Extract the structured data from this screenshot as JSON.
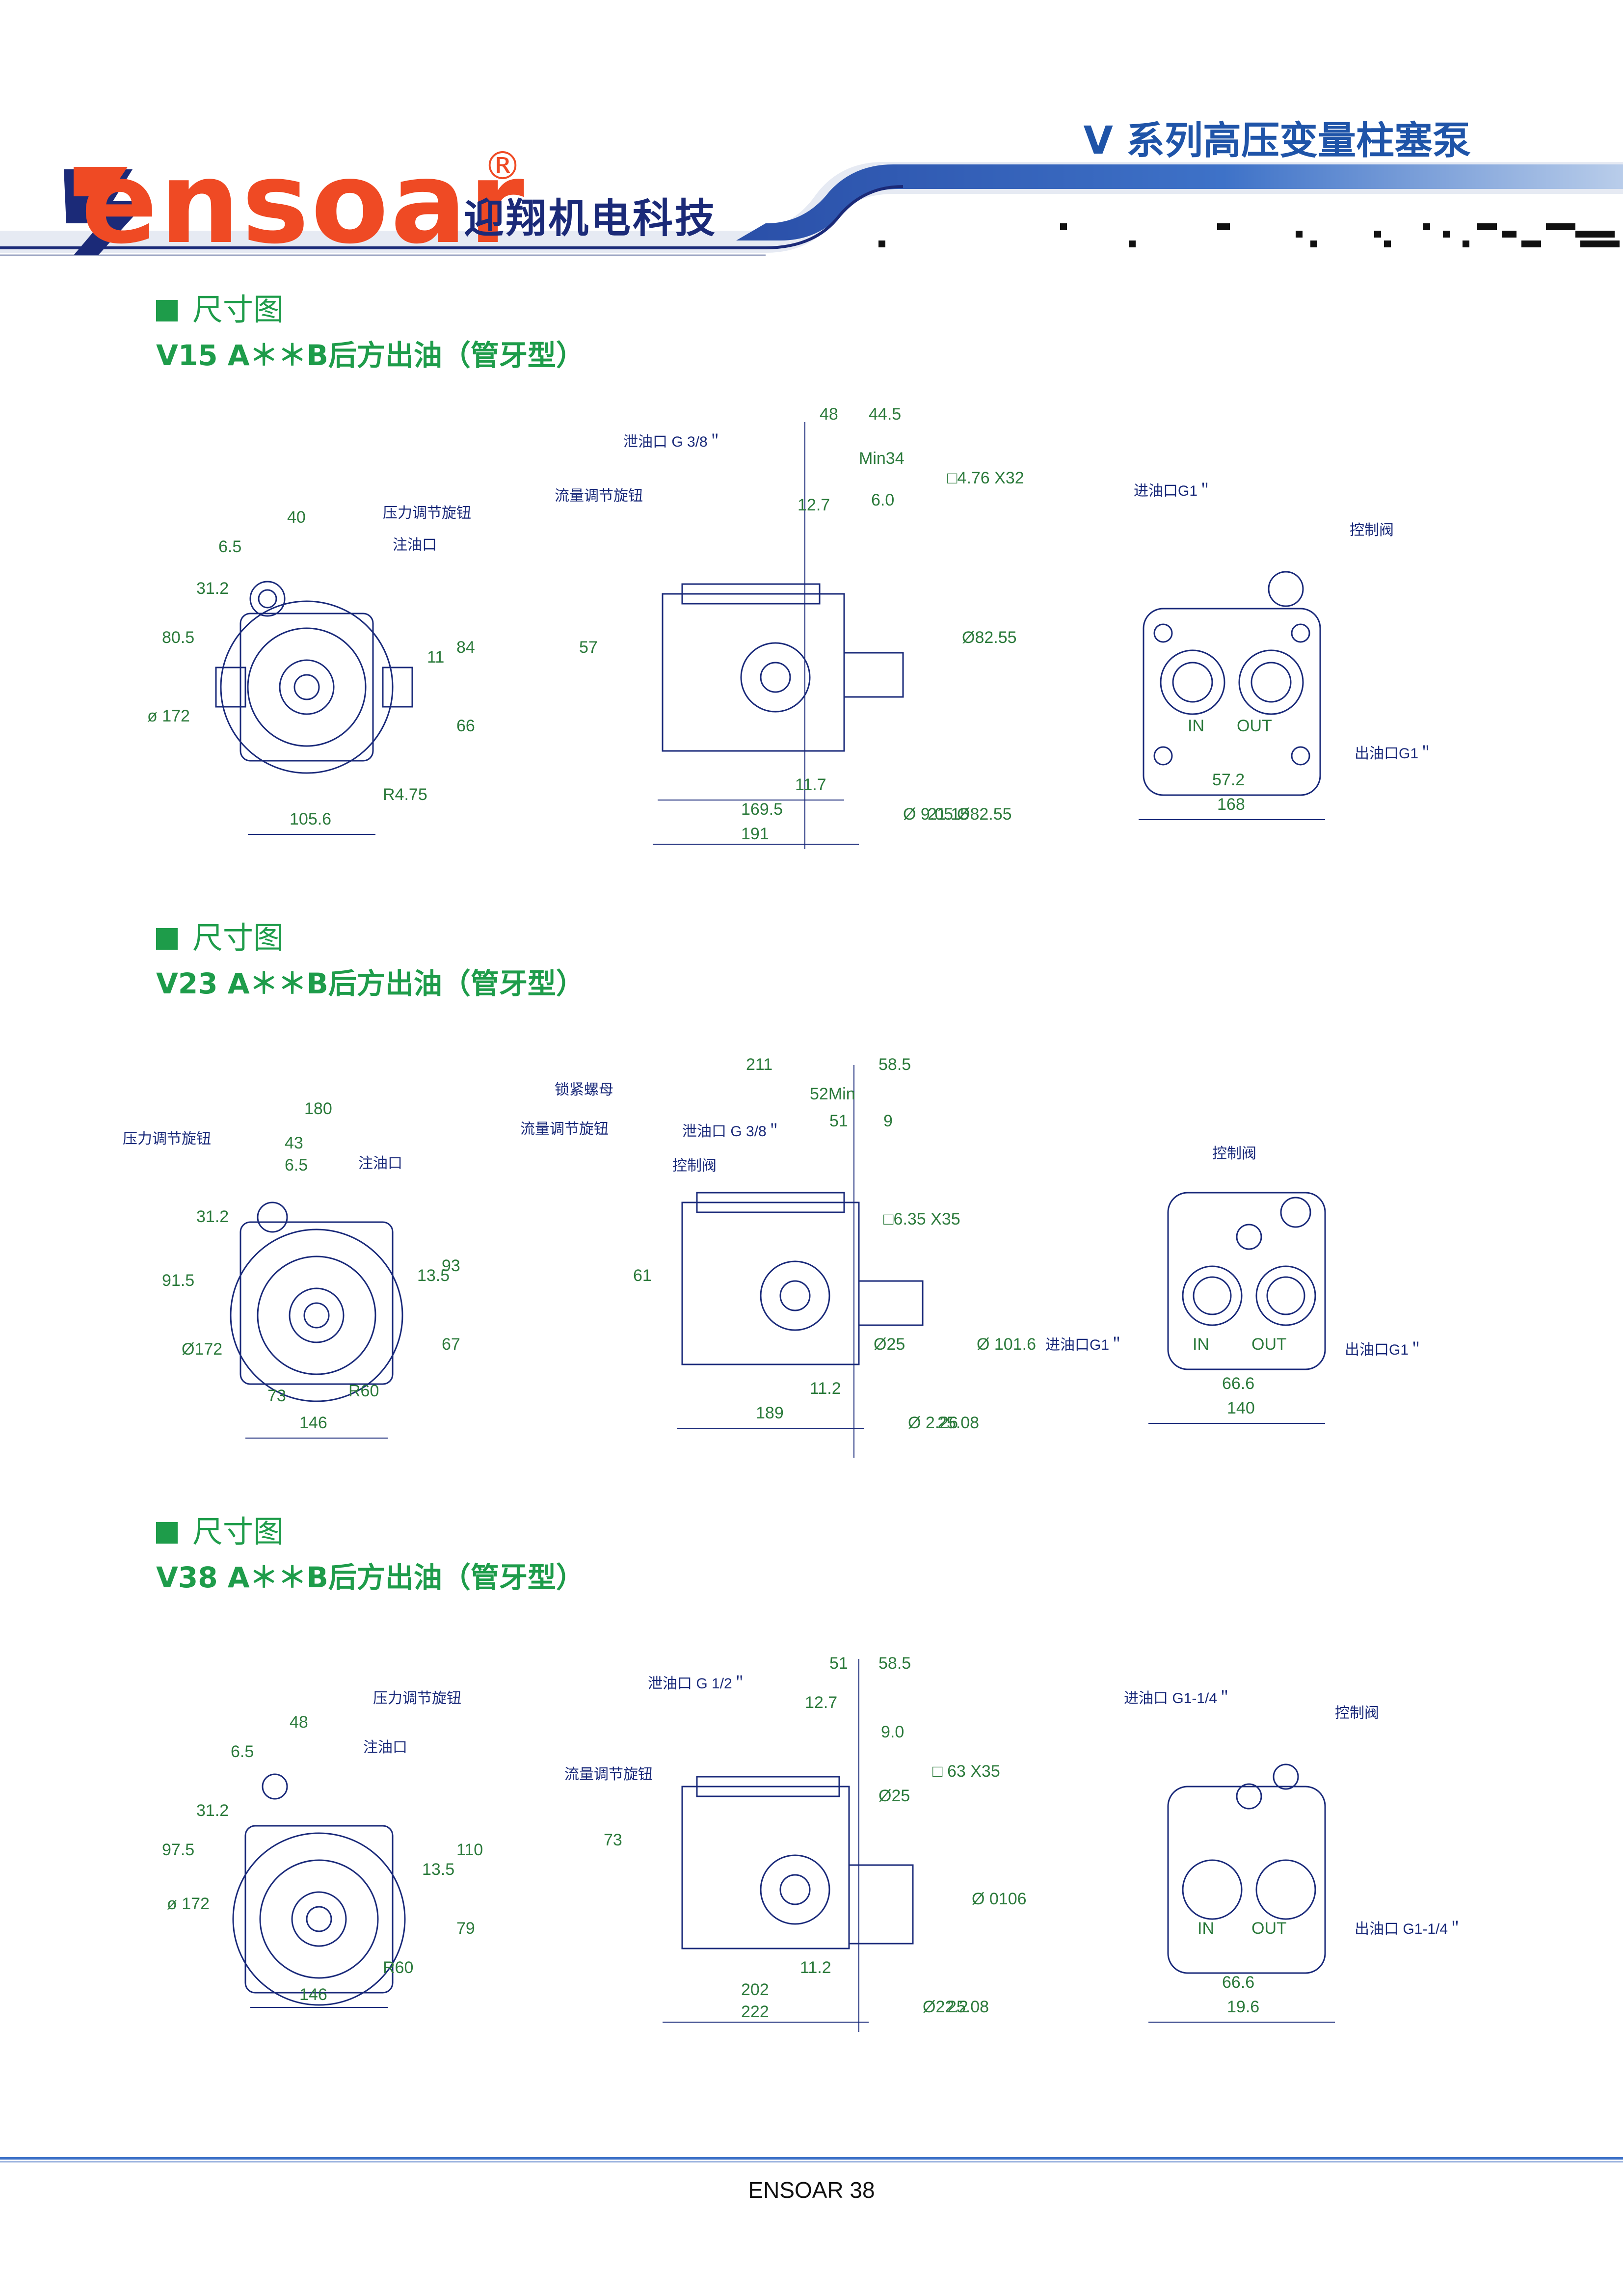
{
  "header": {
    "brand": "ensoar",
    "reg_mark": "®",
    "company": "迎翔机电科技",
    "series_title": "V 系列高压变量柱塞泵",
    "colors": {
      "brand_orange": "#ef4a24",
      "brand_navy": "#1b2a78",
      "title_blue": "#1f54a8",
      "section_green": "#1e9c4a"
    }
  },
  "sections": [
    {
      "heading": "尺寸图",
      "subtitle": "V15 A＊＊B后方出油（管牙型）",
      "front": {
        "d1": "40",
        "d2": "6.5",
        "d3": "31.2",
        "d4": "80.5",
        "d5": "84",
        "d6": "11",
        "d7": "66",
        "d8": "105.6",
        "d9": "R4.75",
        "d10": "ø 172",
        "l1": "压力调节旋钮",
        "l2": "注油口"
      },
      "side": {
        "d1": "48",
        "d2": "44.5",
        "d3": "Min34",
        "d4": "12.7",
        "d5": "6.0",
        "d6": "57",
        "d7": "11.7",
        "d8": "169.5",
        "d9": "191",
        "d10": "□4.76 X32",
        "d11": "Ø82.55",
        "d12": "Ø 9.05",
        "d13": "21.15",
        "d14": "Ø82.55",
        "l1": "泄油口 G 3/8＂",
        "l2": "流量调节旋钮"
      },
      "rear": {
        "d1": "57.2",
        "d2": "168",
        "in": "IN",
        "out": "OUT",
        "l1": "进油口G1＂",
        "l2": "控制阀",
        "l3": "出油口G1＂"
      }
    },
    {
      "heading": "尺寸图",
      "subtitle": "V23 A＊＊B后方出油（管牙型）",
      "front": {
        "d1": "180",
        "d2": "43",
        "d3": "6.5",
        "d4": "31.2",
        "d5": "91.5",
        "d6": "93",
        "d7": "13.5",
        "d8": "67",
        "d9": "73",
        "d10": "146",
        "d11": "R60",
        "d12": "Ø172",
        "l1": "压力调节旋钮",
        "l2": "注油口"
      },
      "side": {
        "d1": "211",
        "d2": "58.5",
        "d3": "52Min",
        "d4": "51",
        "d5": "9",
        "d6": "61",
        "d7": "11.2",
        "d8": "189",
        "d9": "□6.35 X35",
        "d10": "Ø25",
        "d11": "Ø 101.6",
        "d12": "Ø 2.26",
        "d13": "25.08",
        "l1": "锁紧螺母",
        "l2": "流量调节旋钮",
        "l3": "泄油口 G 3/8＂",
        "l4": "控制阀"
      },
      "rear": {
        "d1": "66.6",
        "d2": "140",
        "in": "IN",
        "out": "OUT",
        "l1": "控制阀",
        "l2": "进油口G1＂",
        "l3": "出油口G1＂"
      }
    },
    {
      "heading": "尺寸图",
      "subtitle": "V38 A＊＊B后方出油（管牙型）",
      "front": {
        "d1": "48",
        "d2": "6.5",
        "d3": "31.2",
        "d4": "97.5",
        "d5": "110",
        "d6": "13.5",
        "d7": "79",
        "d8": "146",
        "d9": "R60",
        "d10": "ø 172",
        "l1": "压力调节旋钮",
        "l2": "注油口"
      },
      "side": {
        "d1": "51",
        "d2": "58.5",
        "d3": "12.7",
        "d4": "9.0",
        "d5": "73",
        "d6": "11.2",
        "d7": "202",
        "d8": "222",
        "d9": "□ 63 X35",
        "d10": "Ø25",
        "d11": "Ø 0106",
        "d12": "Ø22.2",
        "d13": "25.08",
        "l1": "泄油口 G 1/2＂",
        "l2": "流量调节旋钮"
      },
      "rear": {
        "d1": "66.6",
        "d2": "19.6",
        "in": "IN",
        "out": "OUT",
        "l1": "进油口 G1-1/4＂",
        "l2": "控制阀",
        "l3": "出油口 G1-1/4＂"
      }
    }
  ],
  "footer": {
    "text": "ENSOAR  38"
  }
}
